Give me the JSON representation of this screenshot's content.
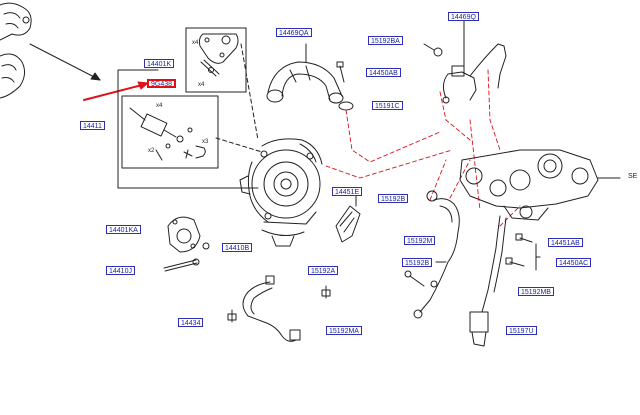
{
  "colors": {
    "accent_red": "#e0101a",
    "callout_blue": "#2c2fb8",
    "line": "#222222"
  },
  "callouts": {
    "c14401K": "14401K",
    "c9G438": "9G438",
    "c14411": "14411",
    "c14469QA": "14469QA",
    "c15192BA": "15192BA",
    "c14469Q": "14469Q",
    "c14450AB": "14450AB",
    "c15191C": "15191C",
    "c14451E": "14451E",
    "c15192B": "15192B",
    "c14401KA": "14401KA",
    "c14410B": "14410B",
    "c15192M": "15192M",
    "c14451AB": "14451AB",
    "c14410J": "14410J",
    "c15192A": "15192A",
    "c15192Bb": "15192B",
    "c14450AC": "14450AC",
    "c15192MB": "15192MB",
    "c14434": "14434",
    "c15192MA": "15192MA",
    "c15197U": "15197U"
  },
  "quantities": {
    "x4a": "x4",
    "x4b": "x4",
    "x4c": "x4",
    "x3": "x3",
    "x2": "x2"
  },
  "edge_label": "SE"
}
